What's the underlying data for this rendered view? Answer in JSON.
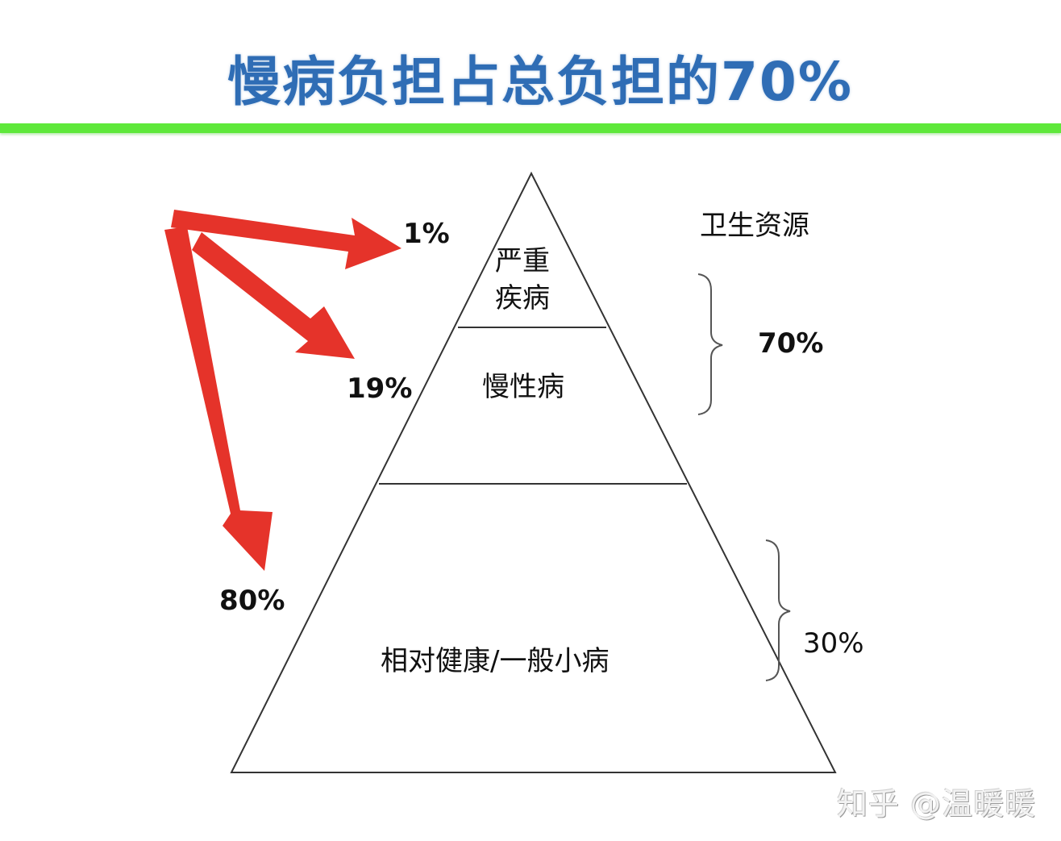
{
  "title": "慢病负担占总负担的70%",
  "colors": {
    "title": "#2f6db5",
    "divider": "#5ee83a",
    "arrows": "#e5332a",
    "lines": "#333333"
  },
  "pyramid": {
    "tiers": [
      {
        "label_line1": "严重",
        "label_line2": "疾病",
        "population_share": "1%"
      },
      {
        "label": "慢性病",
        "population_share": "19%"
      },
      {
        "label": "相对健康/一般小病",
        "population_share": "80%"
      }
    ]
  },
  "resources": {
    "heading": "卫生资源",
    "upper_bracket": "70%",
    "lower_bracket": "30%"
  },
  "watermark": "知乎 @温暖暖"
}
